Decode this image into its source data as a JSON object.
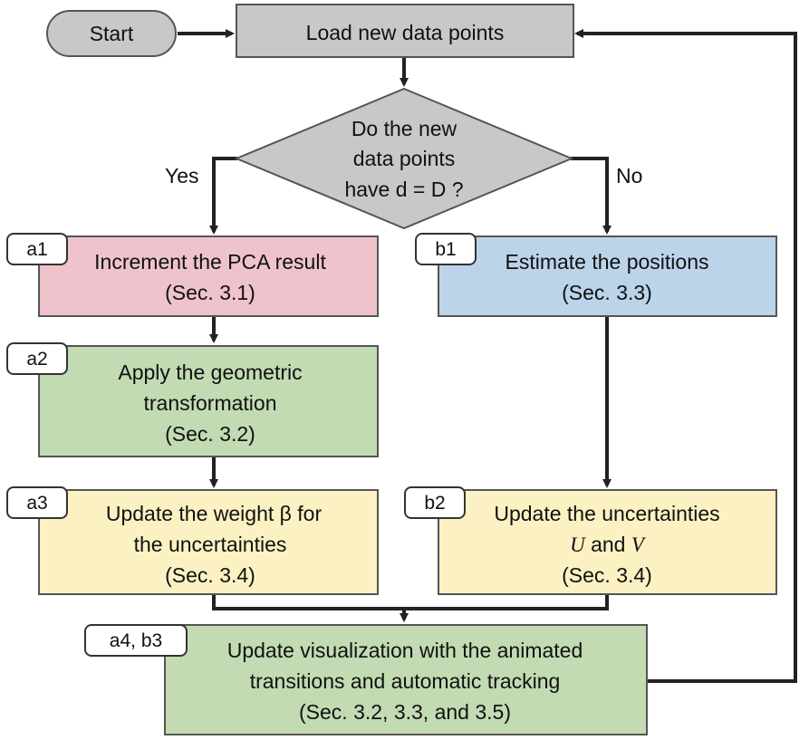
{
  "colors": {
    "start": "#c8c8c8",
    "load": "#c8c8c8",
    "decision": "#c8c8c8",
    "pink": "#efc3cb",
    "blue": "#bcd4ea",
    "green": "#c2dbb3",
    "yellow": "#fbf1c2",
    "stroke": "#555555",
    "arrow": "#222222"
  },
  "nodes": {
    "start": {
      "text": "Start"
    },
    "load": {
      "text": "Load new data points"
    },
    "decision": {
      "lines": [
        "Do the new",
        "data points",
        "have d = D ?"
      ]
    },
    "a1": {
      "tag": "a1",
      "lines": [
        "Increment the PCA result",
        "(Sec. 3.1)"
      ]
    },
    "a2": {
      "tag": "a2",
      "lines": [
        "Apply the geometric",
        "transformation",
        "(Sec. 3.2)"
      ]
    },
    "a3": {
      "tag": "a3",
      "lines": [
        "Update the weight β for",
        "the uncertainties",
        "(Sec. 3.4)"
      ]
    },
    "b1": {
      "tag": "b1",
      "lines": [
        "Estimate the positions",
        "(Sec. 3.3)"
      ]
    },
    "b2": {
      "tag": "b2",
      "line1": "Update the uncertainties",
      "var_u": "U",
      "and_text": " and ",
      "var_v": "V",
      "line3": "(Sec. 3.4)"
    },
    "final": {
      "tag": "a4, b3",
      "lines": [
        "Update visualization with the animated",
        "transitions and automatic tracking",
        "(Sec. 3.2, 3.3, and 3.5)"
      ]
    }
  },
  "labels": {
    "yes": "Yes",
    "no": "No"
  }
}
